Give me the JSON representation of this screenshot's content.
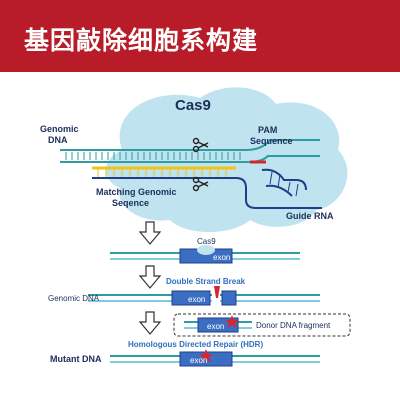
{
  "banner": {
    "title": "基因敲除细胞系构建"
  },
  "colors": {
    "banner": "#b71c28",
    "cloud": "#bfe3ef",
    "dna_teal": "#2e9ca0",
    "dna_light": "#7fcbe0",
    "exon": "#3b6ec2",
    "guide_navy": "#1f3d8a",
    "pam_red": "#d8262f",
    "matching_yellow": "#f2c31a",
    "label_blue": "#2f6fbf",
    "label_navy": "#1c2e5a"
  },
  "top_panel": {
    "cas9": "Cas9",
    "genomic_dna_line1": "Genomic",
    "genomic_dna_line2": "DNA",
    "pam_line1": "PAM",
    "pam_line2": "Sequence",
    "matching_line1": "Matching Genomic",
    "matching_line2": "Seqence",
    "guide_rna": "Guide RNA"
  },
  "steps": {
    "cas9_small": "Cas9",
    "double_strand_break": "Double Strand Break",
    "genomic_dna": "Genomic DNA",
    "donor_fragment": "Donor DNA fragment",
    "hdr": "Homologous Directed Repair (HDR)",
    "mutant_dna": "Mutant DNA",
    "exon_label": "exon"
  }
}
